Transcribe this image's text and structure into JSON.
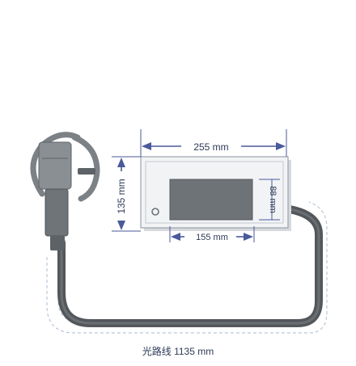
{
  "dimensions": {
    "width_label": "255 mm",
    "height_label": "135 mm",
    "screen_width_label": "155 mm",
    "screen_height_label": "88 mm"
  },
  "cable": {
    "length_label": "光路线 1135 mm"
  },
  "colors": {
    "dimension_line": "#4a5a9a",
    "label_text": "#2d3a56",
    "device_face": "#f2f3f5",
    "device_outline": "#9ba3ad",
    "screen": "#6e7377",
    "cable": "#53575b",
    "cable_shadow": "#b9c7d6",
    "handle": "#6f7478"
  }
}
